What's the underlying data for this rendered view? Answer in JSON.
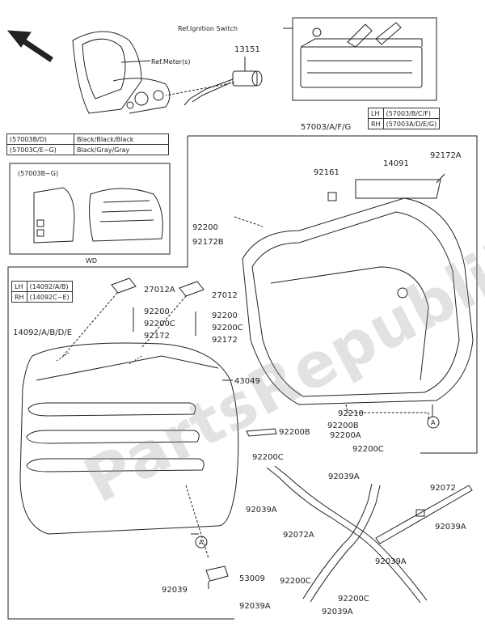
{
  "refs": {
    "ignition_switch": "Ref.Ignition Switch",
    "meter": "Ref.Meter(s)",
    "meter_part": "13151"
  },
  "color_table": {
    "rows": [
      {
        "code": "(57003B/D)",
        "color": "Black/Black/Black"
      },
      {
        "code": "(57003C/E~G)",
        "color": "Black/Gray/Gray"
      }
    ]
  },
  "inset": {
    "title": "(57003B~G)",
    "caption": "WD"
  },
  "side_table_right": {
    "rows": [
      {
        "side": "LH",
        "codes": "(57003/B/C/F)"
      },
      {
        "side": "RH",
        "codes": "(57003A/D/E/G)"
      }
    ]
  },
  "side_table_left": {
    "rows": [
      {
        "side": "LH",
        "codes": "(14092/A/B)"
      },
      {
        "side": "RH",
        "codes": "(14092C~E)"
      }
    ]
  },
  "labels": {
    "assy": "57003/A/F/G",
    "p14091": "14091",
    "p92172A_top": "92172A",
    "p92161": "92161",
    "p92200_a": "92200",
    "p92172B": "92172B",
    "p14092": "14092/A/B/D/E",
    "p27012A": "27012A",
    "p27012": "27012",
    "p92200_b": "92200",
    "p92200C_a": "92200C",
    "p92172_a": "92172",
    "p92200_c": "92200",
    "p92200C_b": "92200C",
    "p92172_b": "92172",
    "p43049": "43049",
    "p92210": "92210",
    "p92200B_a": "92200B",
    "p92200A": "92200A",
    "p92200B_b": "92200B",
    "p92200C_c": "92200C",
    "p92200C_d": "92200C",
    "p92039A_a": "92039A",
    "p92039A_b": "92039A",
    "p92072_a": "92072",
    "p92039A_c": "92039A",
    "p92072A": "92072A",
    "p92039A_d": "92039A",
    "p53009": "53009",
    "p92039": "92039",
    "p92200C_e": "92200C",
    "p92039A_e": "92039A",
    "p92200C_f": "92200C",
    "p92039A_f": "92039A",
    "circle_a1": "A",
    "circle_a2": "A"
  },
  "watermark": "PartsRepublik"
}
